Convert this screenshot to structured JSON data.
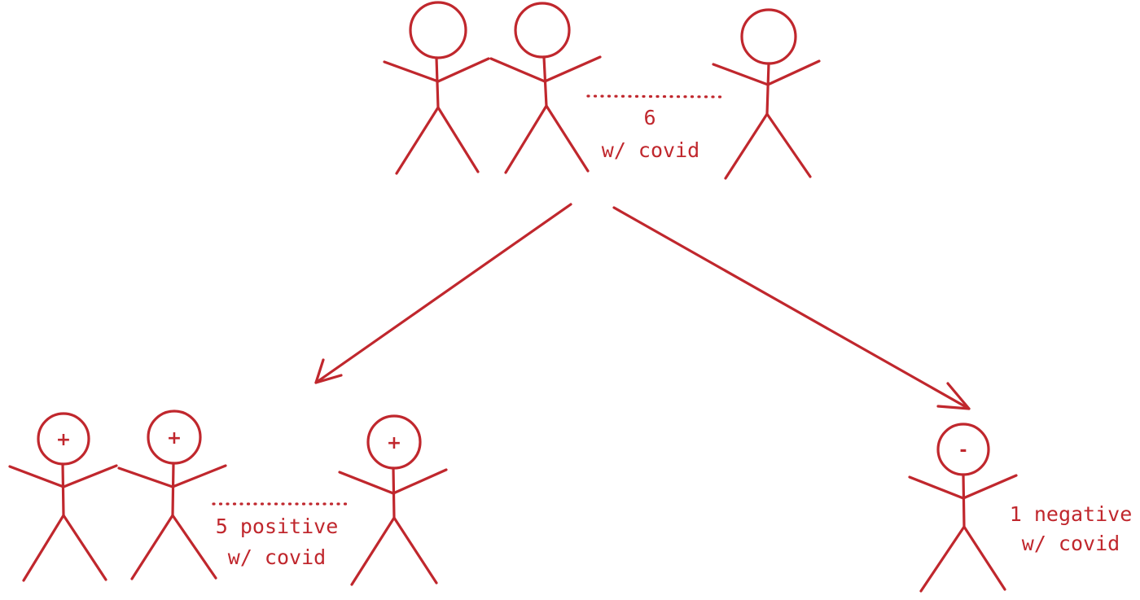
{
  "top_group": {
    "count_label": "6",
    "description": "w/ covid"
  },
  "positive_group": {
    "count_label": "5 positive",
    "description": "w/ covid",
    "sign": "+"
  },
  "negative_group": {
    "count_label": "1 negative",
    "description": "w/ covid",
    "sign": "-"
  },
  "ink_color": "#c0272d"
}
